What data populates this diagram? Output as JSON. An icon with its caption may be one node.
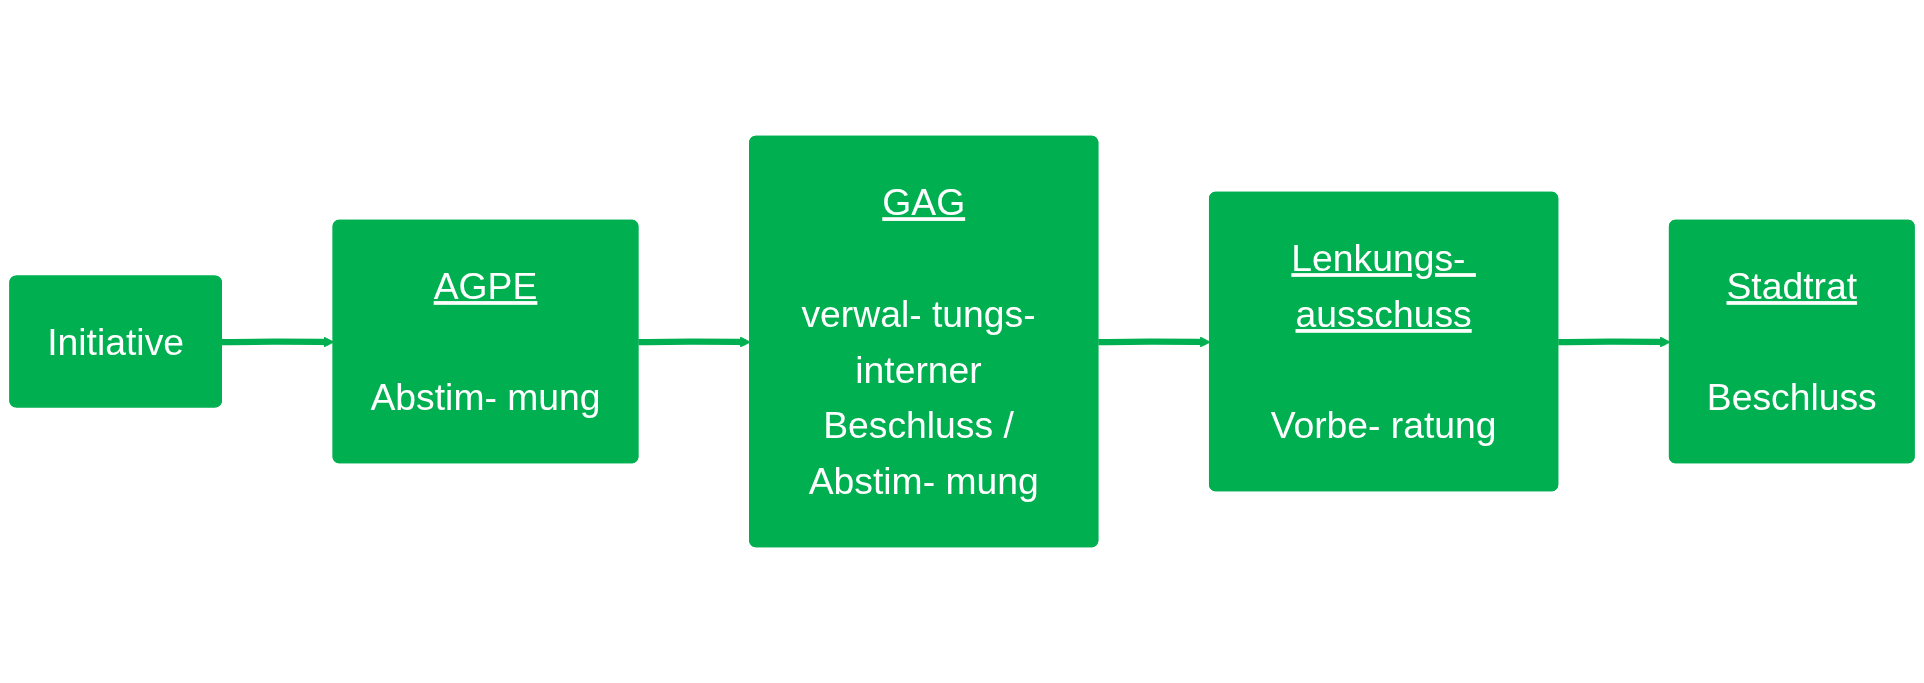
{
  "diagram": {
    "nodes": [
      {
        "text": [
          "Initiative"
        ]
      },
      {
        "text": [
          "AGPE",
          "Abstim- mung"
        ]
      },
      {
        "text": [
          "GAG",
          "verwal- tungs- interner Beschluss / Abstim- mung"
        ]
      },
      {
        "text": [
          "Lenkungs- ausschuss",
          "Vorbe- ratung"
        ]
      },
      {
        "text": [
          "Stadtrat",
          "Beschluss"
        ]
      }
    ],
    "edges": [
      {
        "from": 0,
        "to": 1,
        "arrow": "to"
      },
      {
        "from": 1,
        "to": 2,
        "arrow": "to"
      },
      {
        "from": 2,
        "to": 3,
        "arrow": "to"
      },
      {
        "from": 3,
        "to": 4,
        "arrow": "to"
      }
    ]
  }
}
